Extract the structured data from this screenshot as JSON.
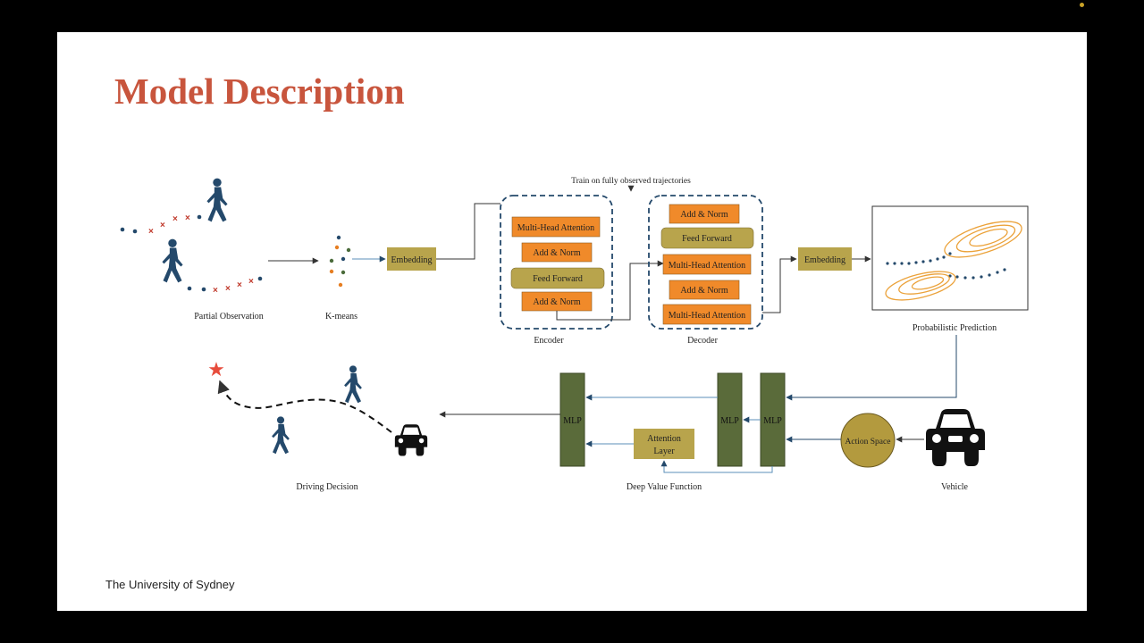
{
  "slide": {
    "title": "Model Description",
    "footer": "The University of Sydney"
  },
  "diagram": {
    "train_note": "Train on fully observed trajectories",
    "partial_observation_label": "Partial Observation",
    "kmeans_label": "K-means",
    "embedding_left": "Embedding",
    "embedding_right": "Embedding",
    "encoder": {
      "label": "Encoder",
      "blocks": [
        "Multi-Head Attention",
        "Add & Norm",
        "Feed Forward",
        "Add & Norm"
      ]
    },
    "decoder": {
      "label": "Decoder",
      "blocks": [
        "Add & Norm",
        "Feed Forward",
        "Multi-Head Attention",
        "Add & Norm",
        "Multi-Head Attention"
      ]
    },
    "probabilistic_prediction_label": "Probabilistic Prediction",
    "mlp_labels": [
      "MLP",
      "MLP",
      "MLP"
    ],
    "attention_layer_line1": "Attention",
    "attention_layer_line2": "Layer",
    "deep_value_function_label": "Deep Value Function",
    "action_space_label": "Action Space",
    "vehicle_label": "Vehicle",
    "driving_decision_label": "Driving Decision",
    "colors": {
      "orange": "#f08a2a",
      "olive": "#b8a44c",
      "mlp_green": "#5a6b3a",
      "action_circle": "#b39a3e",
      "navy": "#24496b",
      "red_marker": "#c0392b",
      "ellipse": "#eba23a",
      "title": "#c8553d"
    }
  }
}
